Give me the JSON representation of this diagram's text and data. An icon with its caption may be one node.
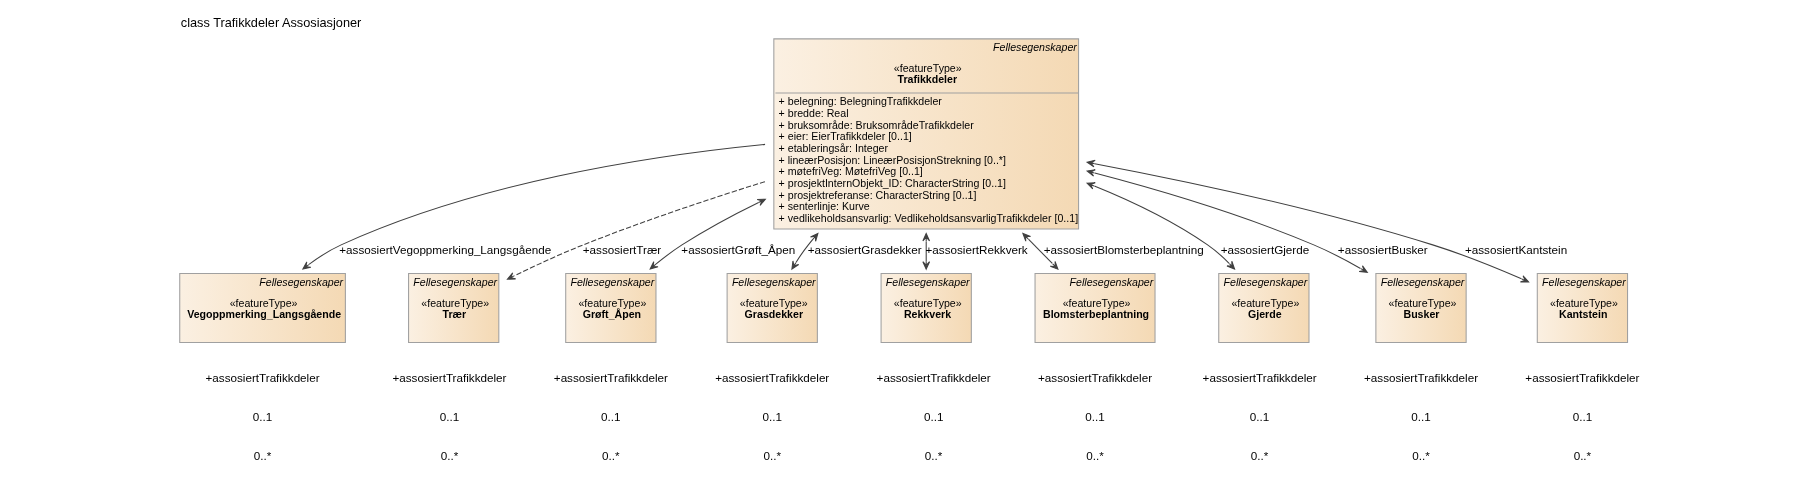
{
  "diagram": {
    "title": "class Trafikkdeler Assosiasjoner",
    "nodes": [
      {
        "text": [
          "Fellesegenskaper",
          "«featureType»",
          "Trafikkdeler",
          "+ belegning: BelegningTrafikkdeler",
          "+ bredde: Real",
          "+ bruksområde: BruksområdeTrafikkdeler",
          "+ eier: EierTrafikkdeler [0..1]",
          "+ etableringsår: Integer",
          "+ lineærPosisjon: LineærPosisjonStrekning [0..*]",
          "+ møtefriVeg: MøtefriVeg [0..1]",
          "+ prosjektInternObjekt_ID: CharacterString [0..1]",
          "+ prosjektreferanse: CharacterString [0..1]",
          "+ senterlinje: Kurve",
          "+ vedlikeholdsansvarlig: VedlikeholdsansvarligTrafikkdeler [0..1]"
        ]
      },
      {
        "text": [
          "Fellesegenskaper",
          "«featureType»",
          "Vegoppmerking_Langsgående"
        ]
      },
      {
        "text": [
          "Fellesegenskaper",
          "«featureType»",
          "Trær"
        ]
      },
      {
        "text": [
          "Fellesegenskaper",
          "«featureType»",
          "Grøft_Åpen"
        ]
      },
      {
        "text": [
          "Fellesegenskaper",
          "«featureType»",
          "Grasdekker"
        ]
      },
      {
        "text": [
          "Fellesegenskaper",
          "«featureType»",
          "Rekkverk"
        ]
      },
      {
        "text": [
          "Fellesegenskaper",
          "«featureType»",
          "Blomsterbeplantning"
        ]
      },
      {
        "text": [
          "Fellesegenskaper",
          "«featureType»",
          "Gjerde"
        ]
      },
      {
        "text": [
          "Fellesegenskaper",
          "«featureType»",
          "Busker"
        ]
      },
      {
        "text": [
          "Fellesegenskaper",
          "«featureType»",
          "Kantstein"
        ]
      }
    ],
    "edges": [
      {
        "from": 0,
        "to": 1,
        "arrow": "to",
        "label": "+assosiertVegoppmerking_Langsgående"
      },
      {
        "from": 0,
        "to": 2,
        "arrow": "to",
        "label": "+assosiertTrær",
        "style": "dashed"
      },
      {
        "from": 0,
        "to": 3,
        "arrow": "both",
        "label": "+assosiertGrøft_Åpen"
      },
      {
        "from": 0,
        "to": 4,
        "arrow": "both",
        "label": "+assosiertGrasdekker"
      },
      {
        "from": 0,
        "to": 5,
        "arrow": "both",
        "label": "+assosiertRekkverk"
      },
      {
        "from": 0,
        "to": 6,
        "arrow": "both",
        "label": "+assosiertBlomsterbeplantning"
      },
      {
        "from": 0,
        "to": 7,
        "arrow": "both",
        "label": "+assosiertGjerde"
      },
      {
        "from": 0,
        "to": 8,
        "arrow": "both",
        "label": "+assosiertBusker"
      },
      {
        "from": 0,
        "to": 9,
        "arrow": "both",
        "label": "+assosiertKantstein"
      }
    ],
    "labels": [
      "+assosiertTrafikkdeler",
      "+assosiertTrafikkdeler",
      "+assosiertTrafikkdeler",
      "+assosiertTrafikkdeler",
      "+assosiertTrafikkdeler",
      "+assosiertTrafikkdeler",
      "+assosiertTrafikkdeler",
      "+assosiertTrafikkdeler",
      "+assosiertTrafikkdeler",
      "0..1",
      "0..1",
      "0..1",
      "0..1",
      "0..1",
      "0..1",
      "0..1",
      "0..1",
      "0..1",
      "0..*",
      "0..*",
      "0..*",
      "0..*",
      "0..*",
      "0..*",
      "0..*",
      "0..*",
      "0..*"
    ]
  }
}
